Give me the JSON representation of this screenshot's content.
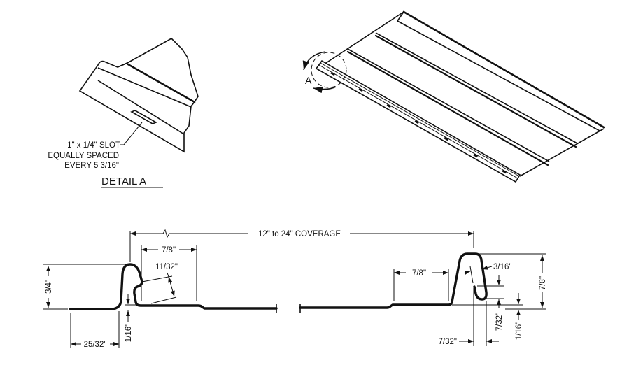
{
  "detail_a": {
    "slot_note_line1": "1\" x 1/4\" SLOT",
    "slot_note_line2": "EQUALLY SPACED",
    "slot_note_line3": "EVERY 5 3/16\"",
    "title": "DETAIL  A"
  },
  "isometric": {
    "callout_label": "A"
  },
  "profile": {
    "coverage": "12\" to 24\" COVERAGE",
    "left": {
      "height": "3/4\"",
      "flange_width": "25/32\"",
      "offset": "1/16\"",
      "flat_width": "7/8\"",
      "lock_depth": "11/32\""
    },
    "right": {
      "flat_width": "7/8\"",
      "hem": "3/16\"",
      "height": "7/8\"",
      "hem_gap_vertical": "7/32\"",
      "offset": "1/16\"",
      "hem_width": "7/32\""
    }
  }
}
